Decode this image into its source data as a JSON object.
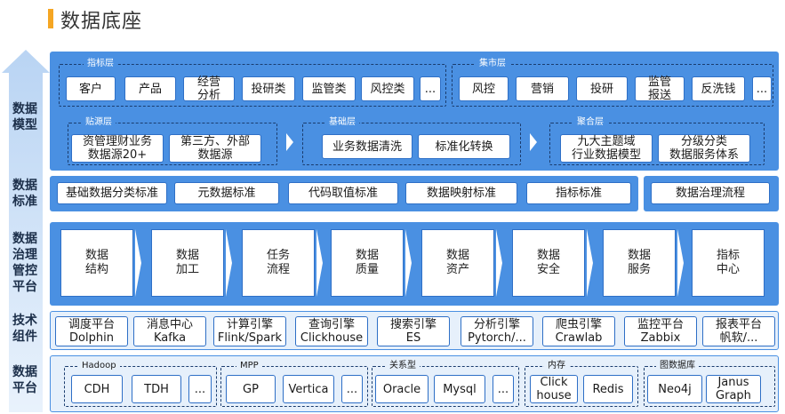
{
  "page": {
    "title": "数据底座"
  },
  "colors": {
    "accent": "#4a90e2",
    "title_bar": "#f5a623",
    "label_text": "#1c2f4a"
  },
  "rows": {
    "model": "数据\n模型",
    "standard": "数据\n标准",
    "governance": "数据\n治理\n管控\n平台",
    "tech": "技术\n组件",
    "platform": "数据\n平台"
  },
  "model": {
    "indicator_layer": {
      "label": "指标层",
      "items": [
        "客户",
        "产品",
        "经营\n分析",
        "投研类",
        "监管类",
        "风控类",
        "..."
      ]
    },
    "mart_layer": {
      "label": "集市层",
      "items": [
        "风控",
        "营销",
        "投研",
        "监管\n报送",
        "反洗钱",
        "..."
      ]
    },
    "source_layer": {
      "label": "贴源层",
      "items": [
        "资管理财业务\n数据源20+",
        "第三方、外部\n数据源"
      ]
    },
    "base_layer": {
      "label": "基础层",
      "items": [
        "业务数据清洗",
        "标准化转换"
      ]
    },
    "agg_layer": {
      "label": "聚合层",
      "items": [
        "九大主题域\n行业数据模型",
        "分级分类\n数据服务体系"
      ]
    }
  },
  "standard": {
    "items": [
      "基础数据分类标准",
      "元数据标准",
      "代码取值标准",
      "数据映射标准",
      "指标标准"
    ],
    "process": "数据治理流程"
  },
  "governance": {
    "items": [
      "数据\n结构",
      "数据\n加工",
      "任务\n流程",
      "数据\n质量",
      "数据\n资产",
      "数据\n安全",
      "数据\n服务",
      "指标\n中心"
    ]
  },
  "tech": {
    "items": [
      "调度平台\nDolphin",
      "消息中心\nKafka",
      "计算引擎\nFlink/Spark",
      "查询引擎\nClickhouse",
      "搜索引擎\nES",
      "分析引擎\nPytorch/...",
      "爬虫引擎\nCrawlab",
      "监控平台\nZabbix",
      "报表平台\n帆软/..."
    ]
  },
  "platform": {
    "hadoop": {
      "label": "Hadoop",
      "items": [
        "CDH",
        "TDH",
        "..."
      ]
    },
    "mpp": {
      "label": "MPP",
      "items": [
        "GP",
        "Vertica",
        "..."
      ]
    },
    "rdb": {
      "label": "关系型",
      "items": [
        "Oracle",
        "Mysql",
        "..."
      ]
    },
    "mem": {
      "label": "内存",
      "items": [
        "Click\nhouse",
        "Redis"
      ]
    },
    "graph": {
      "label": "图数据库",
      "items": [
        "Neo4j",
        "Janus\nGraph"
      ]
    }
  },
  "icons": {
    "layer_arrow": "up-arrow-icon",
    "flow": "chevron-right-icon"
  }
}
